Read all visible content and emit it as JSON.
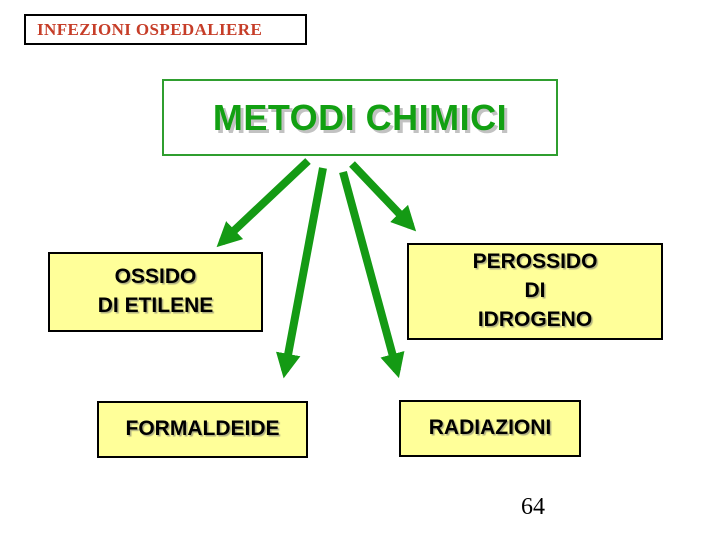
{
  "header": {
    "label": "INFEZIONI OSPEDALIERE"
  },
  "title": {
    "label": "METODI CHIMICI"
  },
  "nodes": {
    "ossido": {
      "line1": "OSSIDO",
      "line2": "DI ETILENE"
    },
    "perossido": {
      "line1": "PEROSSIDO",
      "line2": "DI",
      "line3": "IDROGENO"
    },
    "formaldeide": {
      "label": "FORMALDEIDE"
    },
    "radiazioni": {
      "label": "RADIAZIONI"
    }
  },
  "page_number": "64",
  "colors": {
    "header_text": "#c63d28",
    "header_border": "#000000",
    "title_text": "#12a012",
    "title_shadow": "#c2c2c2",
    "title_border": "#2f9e2f",
    "arrow": "#149a14",
    "node_fill": "#ffff99",
    "node_border": "#000000",
    "node_text": "#000000",
    "background": "#ffffff"
  }
}
